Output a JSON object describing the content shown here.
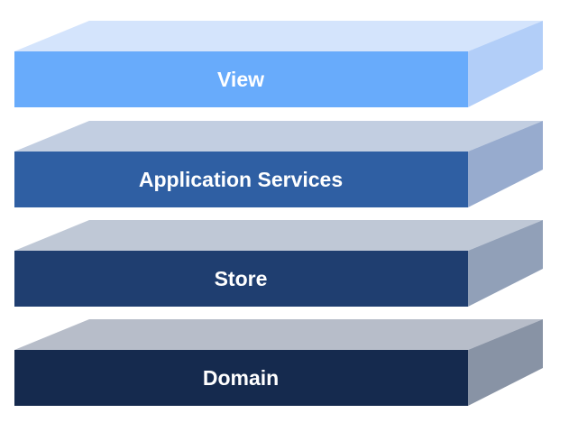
{
  "diagram": {
    "type": "layered-architecture-stack",
    "background_color": "#ffffff",
    "label_text_color": "#ffffff",
    "layers": [
      {
        "label": "View",
        "colors": {
          "front": "#68abfb",
          "top": "#d4e4fc",
          "side": "#b2cef8"
        }
      },
      {
        "label": "Application Services",
        "colors": {
          "front": "#2f5fa3",
          "top": "#c2cee1",
          "side": "#97abce"
        }
      },
      {
        "label": "Store",
        "colors": {
          "front": "#1f3e70",
          "top": "#bfc8d6",
          "side": "#91a0b8"
        }
      },
      {
        "label": "Domain",
        "colors": {
          "front": "#152a4e",
          "top": "#b7bdc9",
          "side": "#8893a5"
        }
      }
    ]
  }
}
